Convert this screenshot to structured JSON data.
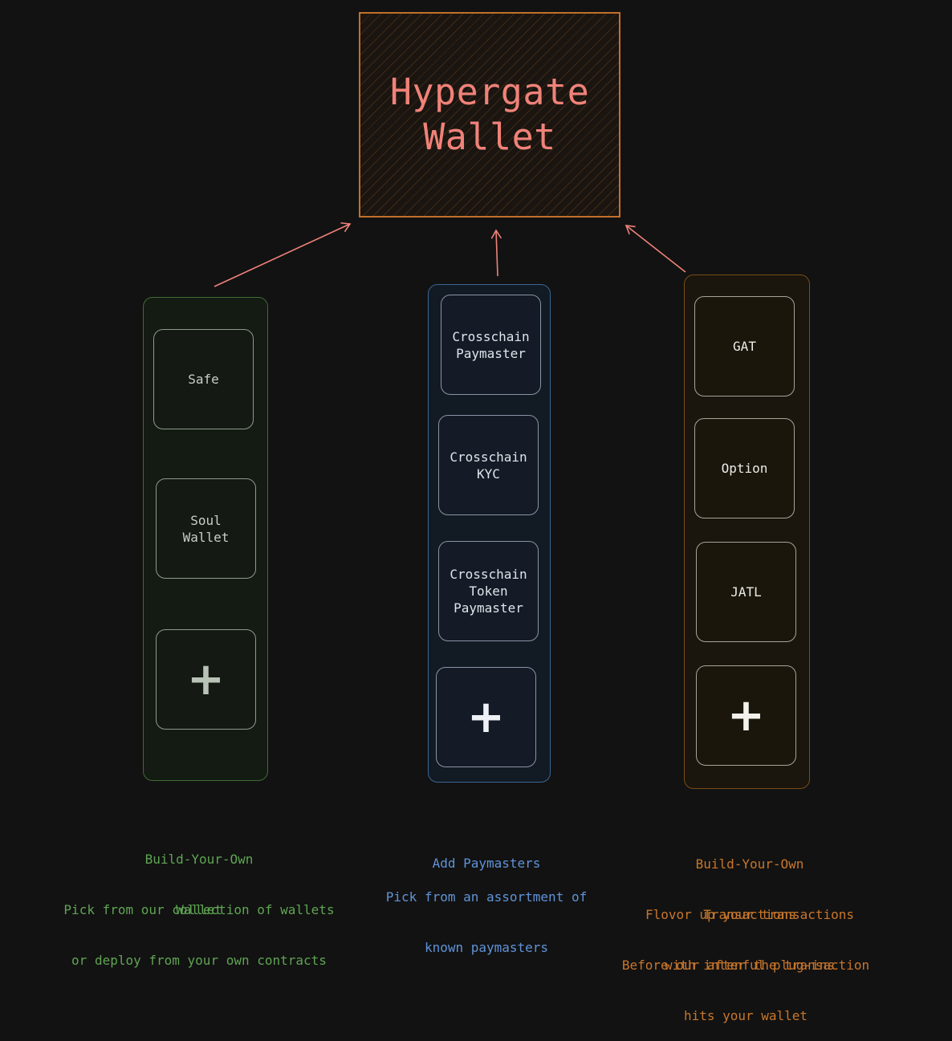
{
  "title": {
    "line1": "Hypergate",
    "line2": "Wallet"
  },
  "colors": {
    "background": "#121212",
    "title_text": "#f08279",
    "title_border": "#c2702a",
    "arrow": "#f08279",
    "wallet_accent": "#5fa453",
    "paymaster_accent": "#5f93d8",
    "transactions_accent": "#c8762c"
  },
  "wallet_column": {
    "cards": [
      {
        "lines": [
          "Safe"
        ]
      },
      {
        "lines": [
          "Soul",
          "Wallet"
        ]
      }
    ],
    "add_icon": "+",
    "caption": {
      "heading": [
        "Build-Your-Own",
        "Wallet"
      ],
      "body": [
        "Pick from our collection of wallets",
        "or deploy from your own contracts"
      ]
    }
  },
  "paymaster_column": {
    "cards": [
      {
        "lines": [
          "Crosschain",
          "Paymaster"
        ]
      },
      {
        "lines": [
          "Crosschain",
          "KYC"
        ]
      },
      {
        "lines": [
          "Crosschain",
          "Token",
          "Paymaster"
        ]
      }
    ],
    "add_icon": "+",
    "caption": {
      "heading": [
        "Add Paymasters"
      ],
      "body": [
        "Pick from an assortment of",
        "known paymasters"
      ]
    }
  },
  "transactions_column": {
    "cards": [
      {
        "lines": [
          "GAT"
        ]
      },
      {
        "lines": [
          "Option"
        ]
      },
      {
        "lines": [
          "JATL"
        ]
      }
    ],
    "add_icon": "+",
    "caption": {
      "heading": [
        "Build-Your-Own",
        "Transactions"
      ],
      "body": [
        "Flovor up your transactions",
        "with intenful plug-ins"
      ],
      "note": [
        "Before our after the transaction",
        "hits your wallet"
      ]
    }
  }
}
